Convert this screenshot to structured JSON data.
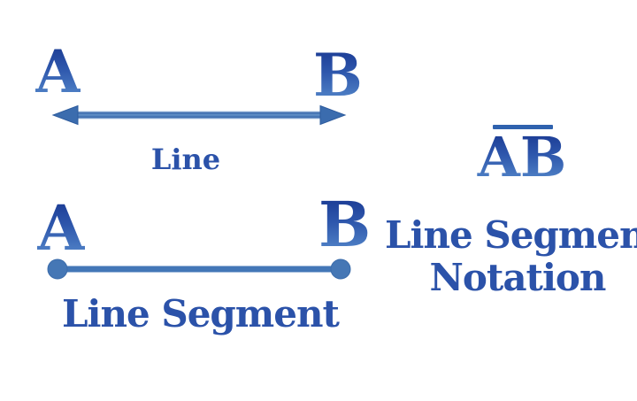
{
  "colors": {
    "primary_text_blue": "#2d54a9",
    "gradient_dark_blue": "#1b3b94",
    "gradient_light_blue": "#5386c9",
    "arrow_blue": "#3b6cae",
    "segment_blue": "#4377b7",
    "overline_blue": "#2f62ae",
    "background": "#ffffff"
  },
  "line_figure": {
    "point_a": "A",
    "point_b": "B",
    "caption": "Line"
  },
  "segment_figure": {
    "point_a": "A",
    "point_b": "B",
    "caption": "Line Segment"
  },
  "notation": {
    "symbol": "AB",
    "caption_line1": "Line Segment",
    "caption_line2": "Notation"
  }
}
